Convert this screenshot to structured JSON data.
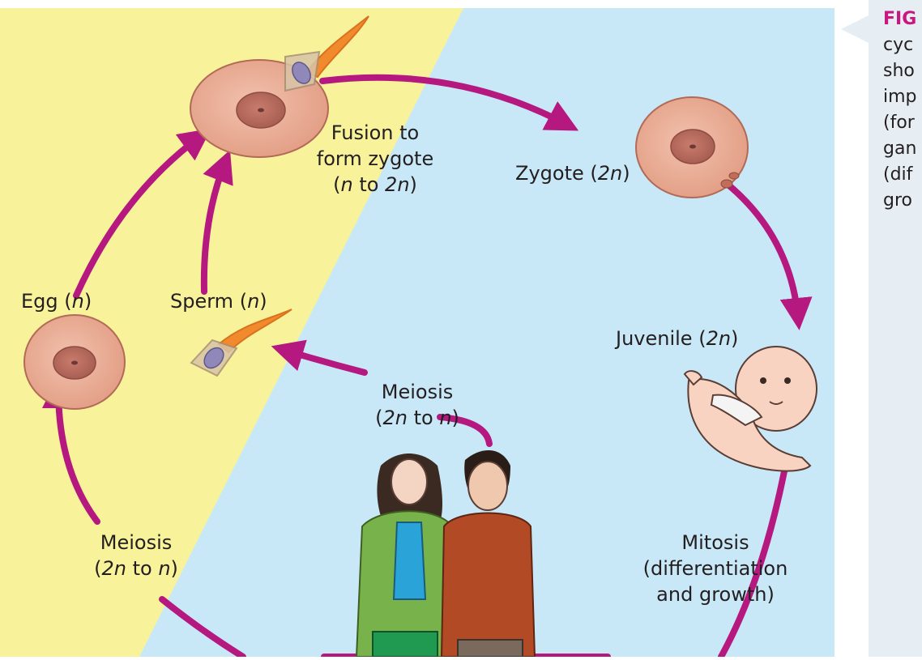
{
  "labels": {
    "fusion": [
      "Fusion to",
      "form zygote",
      "(n to 2n)"
    ],
    "zygote": "Zygote (2n)",
    "egg": "Egg (n)",
    "sperm": "Sperm (n)",
    "juvenile": "Juvenile (2n)",
    "meiosis_center": [
      "Meiosis",
      "(2n to n)"
    ],
    "meiosis_left": [
      "Meiosis",
      "(2n to n)"
    ],
    "mitosis": [
      "Mitosis",
      "(differentiation",
      "and growth)"
    ]
  },
  "caption": {
    "heading": "FIG",
    "lines": [
      "cyc",
      "sho",
      "imp",
      "(for",
      "gan",
      "(dif",
      "gro"
    ]
  },
  "colors": {
    "haploid_bg": "#f8f29a",
    "diploid_bg": "#c9e8f7",
    "arrow": "#b5187f",
    "caption_heading": "#c8177f",
    "sidebar_bg": "#e7eef3",
    "cell_fill": "#e8a58c",
    "nucleus": "#b96c5f"
  }
}
